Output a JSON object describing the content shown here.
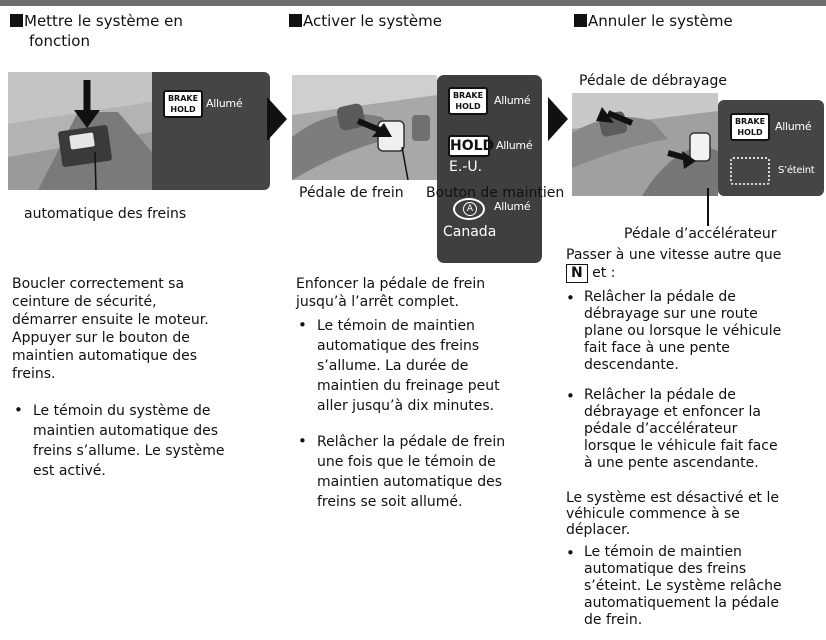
{
  "col1": {
    "heading_line1": "Mettre le système en",
    "heading_line2": "fonction",
    "badge": {
      "line1": "BRAKE",
      "line2": "HOLD"
    },
    "status": "Allumé",
    "caption": "automatique des freins",
    "para": [
      "Boucler correctement sa",
      "ceinture de sécurité,",
      "démarrer ensuite le moteur.",
      "Appuyer sur le bouton de",
      "maintien automatique des",
      "freins."
    ],
    "bullet": [
      "Le témoin du système de",
      "maintien automatique des",
      "freins s’allume. Le système",
      "est activé."
    ]
  },
  "col2": {
    "heading": "Activer le système",
    "panel": {
      "status1": "Allumé",
      "badge1": {
        "line1": "BRAKE",
        "line2": "HOLD"
      },
      "hold_label": "HOLD",
      "status2": "Allumé",
      "region1": "E.-U.",
      "status3": "Allumé",
      "region2": "Canada"
    },
    "label_brake_pedal": "Pédale de frein",
    "label_hold_button": "Bouton de maintien",
    "para": [
      "Enfoncer la pédale de frein",
      "jusqu’à l’arrêt complet."
    ],
    "bullet1": [
      "Le témoin de maintien",
      "automatique des freins",
      "s’allume. La durée de",
      "maintien du freinage peut",
      "aller jusqu’à dix minutes."
    ],
    "bullet2": [
      "Relâcher la pédale de frein",
      "une fois que le témoin de",
      "maintien automatique des",
      "freins se soit allumé."
    ]
  },
  "col3": {
    "heading": "Annuler le système",
    "label_clutch": "Pédale de débrayage",
    "badge": {
      "line1": "BRAKE",
      "line2": "HOLD"
    },
    "status_on": "Allumé",
    "status_off": "S’éteint",
    "label_accel": "Pédale d’accélérateur",
    "intro_line1": "Passer à une vitesse autre que",
    "gear": "N",
    "intro_line2_rest": "et :",
    "bullet1": [
      "Relâcher la pédale de",
      "débrayage sur une route",
      "plane ou lorsque le véhicule",
      "fait face à une pente",
      "descendante."
    ],
    "bullet2": [
      "Relâcher la pédale de",
      "débrayage et enfoncer la",
      "pédale d’accélérateur",
      "lorsque le véhicule fait face",
      "à une pente ascendante."
    ],
    "para": [
      "Le système est désactivé et le",
      "véhicule commence à se",
      "déplacer."
    ],
    "bullet3": [
      "Le témoin de maintien",
      "automatique des freins",
      "s’éteint. Le système relâche",
      "automatiquement la pédale",
      "de frein."
    ]
  }
}
